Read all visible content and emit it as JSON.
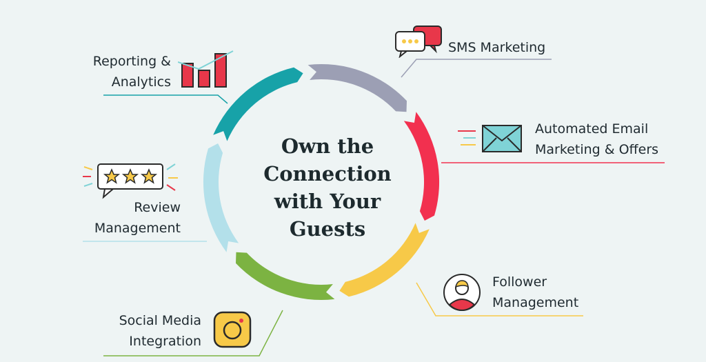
{
  "center_title": {
    "line1": "Own the",
    "line2": "Connection",
    "line3": "with Your",
    "line4": "Guests"
  },
  "nodes": [
    {
      "id": "sms",
      "lines": [
        "SMS Marketing"
      ],
      "color": "#9c9fb4",
      "icon": "chat-bubbles-icon"
    },
    {
      "id": "email",
      "lines": [
        "Automated Email",
        "Marketing & Offers"
      ],
      "color": "#f2304f",
      "icon": "envelope-icon"
    },
    {
      "id": "follower",
      "lines": [
        "Follower",
        "Management"
      ],
      "color": "#f7c948",
      "icon": "person-avatar-icon"
    },
    {
      "id": "social",
      "lines": [
        "Social Media",
        "Integration"
      ],
      "color": "#7cb342",
      "icon": "instagram-icon"
    },
    {
      "id": "review",
      "lines": [
        "Review",
        "Management"
      ],
      "color": "#b3e0ea",
      "icon": "star-rating-icon"
    },
    {
      "id": "reporting",
      "lines": [
        "Reporting &",
        "Analytics"
      ],
      "color": "#17a2a8",
      "icon": "bar-chart-icon"
    }
  ],
  "colors": {
    "background": "#eef4f4",
    "text": "#1f2a30",
    "icon_outline": "#2a2a2a",
    "icon_yellow": "#f7c948",
    "icon_red": "#e8374a",
    "icon_teal": "#7fd3d6"
  }
}
